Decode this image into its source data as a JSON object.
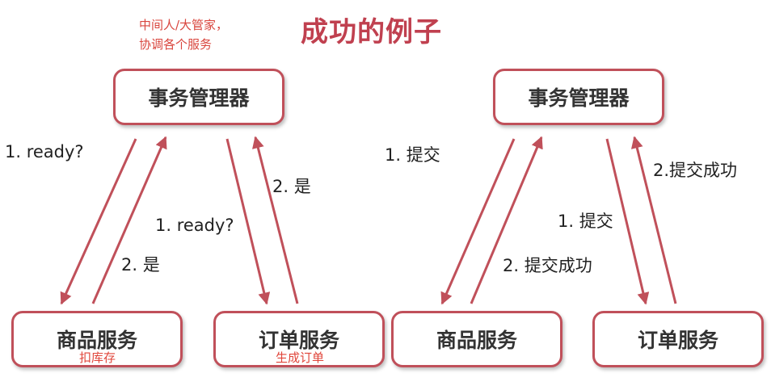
{
  "title": "成功的例子",
  "note": {
    "line1": "中间人/大管家，",
    "line2": "协调各个服务"
  },
  "left": {
    "coordinator": "事务管理器",
    "goods_service": "商品服务",
    "goods_note": "扣库存",
    "order_service": "订单服务",
    "order_note": "生成订单",
    "labels": {
      "ready_goods": "1. ready?",
      "yes_goods": "2. 是",
      "ready_order": "1. ready?",
      "yes_order": "2. 是"
    }
  },
  "right": {
    "coordinator": "事务管理器",
    "goods_service": "商品服务",
    "order_service": "订单服务",
    "labels": {
      "commit_goods": "1. 提交",
      "success_goods": "2. 提交成功",
      "commit_order": "1. 提交",
      "success_order": "2.提交成功"
    }
  },
  "colors": {
    "accent": "#c0505a",
    "title": "#c0404f",
    "note": "#d9463e"
  }
}
